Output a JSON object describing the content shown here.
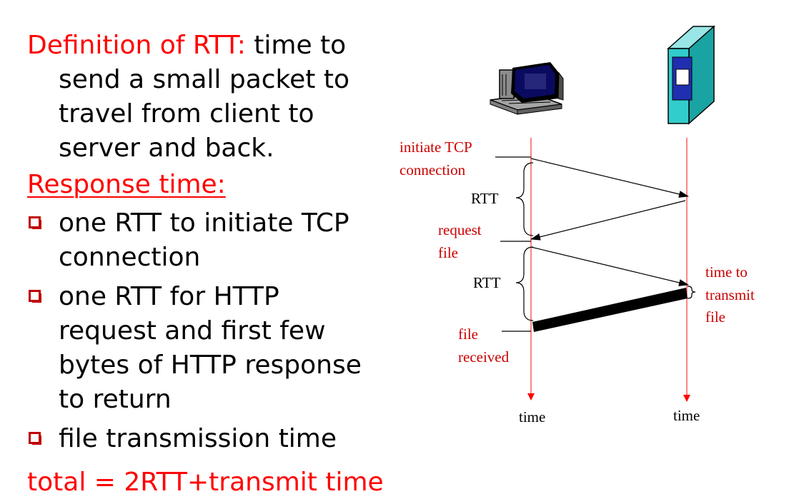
{
  "definition": {
    "term": "Definition of RTT:",
    "text_first": "time to",
    "text_lines": [
      "send a small packet to",
      "travel from client to",
      "server and back."
    ]
  },
  "response": {
    "heading": "Response time:",
    "bullets": [
      {
        "lines": [
          "one RTT to initiate TCP",
          "connection"
        ]
      },
      {
        "lines": [
          "one RTT for HTTP",
          "request and first few",
          "bytes of HTTP response",
          "to return"
        ]
      },
      {
        "lines": [
          "file transmission time"
        ]
      }
    ]
  },
  "total": "total = 2RTT+transmit time",
  "diagram": {
    "client_icon": "computer-icon",
    "server_icon": "server-icon",
    "labels": {
      "initiate_1": "initiate TCP",
      "initiate_2": "connection",
      "rtt_1": "RTT",
      "request_1": "request",
      "request_2": "file",
      "rtt_2": "RTT",
      "file_received_1": "file",
      "file_received_2": "received",
      "transmit_1": "time to",
      "transmit_2": "transmit",
      "transmit_3": "file",
      "time_client": "time",
      "time_server": "time"
    },
    "colors": {
      "accent": "#ff0000",
      "label_red": "#cc0000",
      "server_body": "#33cccc",
      "monitor_screen": "#0a0a60"
    }
  }
}
